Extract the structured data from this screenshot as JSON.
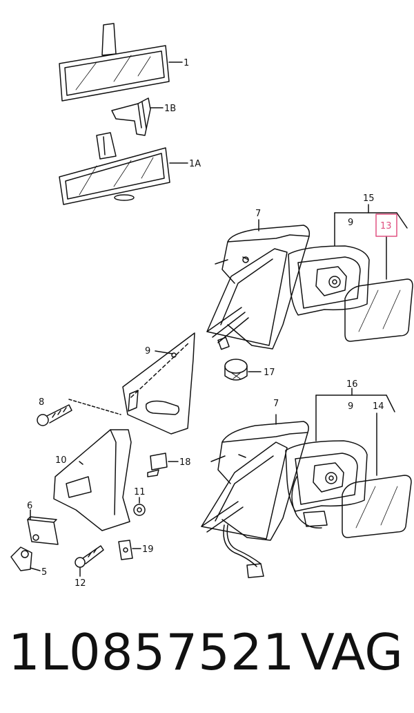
{
  "labels": {
    "l1": "1",
    "l1B": "1B",
    "l1A": "1A",
    "l15": "15",
    "l9a": "9",
    "l13": "13",
    "l7a": "7",
    "l9b": "9",
    "l17": "17",
    "l8": "8",
    "l10": "10",
    "l18": "18",
    "l11": "11",
    "l6": "6",
    "l5": "5",
    "l12": "12",
    "l19": "19",
    "l16": "16",
    "l9c": "9",
    "l14": "14",
    "l7b": "7"
  },
  "highlight_color": "#e05080",
  "footer": {
    "part_number": "1L0857521",
    "brand": "VAG"
  }
}
